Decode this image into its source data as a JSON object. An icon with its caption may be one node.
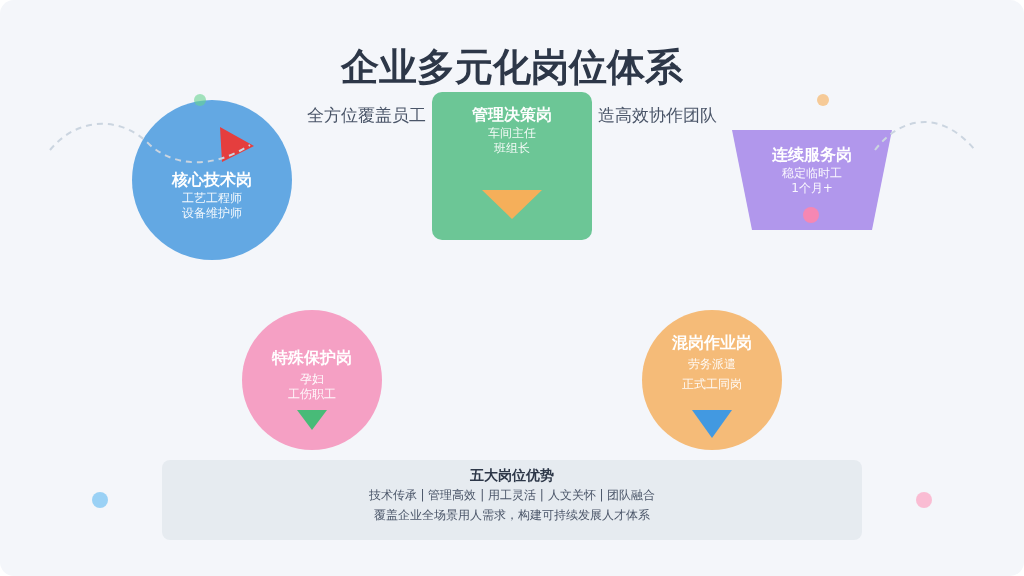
{
  "diagram": {
    "title": "企业多元化岗位体系",
    "nodes": [
      {
        "text": [
          "核心技术岗",
          "工艺工程师",
          "设备维护师"
        ]
      },
      {
        "text": [
          "管理决策岗",
          "车间主任",
          "班组长"
        ]
      },
      {
        "text": [
          "连续服务岗",
          "稳定临时工",
          "1个月+"
        ]
      },
      {
        "text": [
          "特殊保护岗",
          "孕妇",
          "工伤职工"
        ]
      },
      {
        "text": [
          "混岗作业岗",
          "劳务派遣",
          "正式工同岗"
        ]
      },
      {
        "text": [
          "五大岗位优势",
          "技术传承 | 管理高效 | 用工灵活 | 人文关怀 | 团队融合",
          "覆盖企业全场景用人需求，构建可持续发展人才体系"
        ]
      }
    ],
    "labels": [
      "全方位覆盖员工",
      "造高效协作团队"
    ]
  }
}
